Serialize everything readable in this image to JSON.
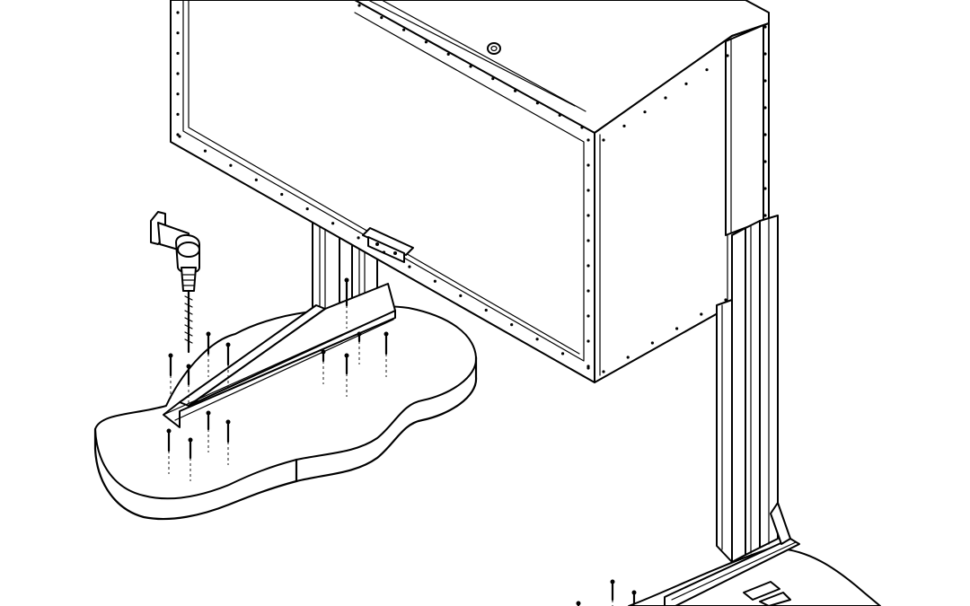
{
  "figure": {
    "kind": "isometric assembly line drawing",
    "components": [
      "display-cabinet",
      "left-pedestal-post",
      "left-floor-base-channel",
      "right-pedestal-post",
      "right-floor-base-channel",
      "cabinet-lock",
      "mounting-bracket-plate",
      "power-drill",
      "anchor-bolts",
      "concrete-floor-slab"
    ],
    "colors": {
      "line": "#000000",
      "background": "#ffffff"
    }
  }
}
